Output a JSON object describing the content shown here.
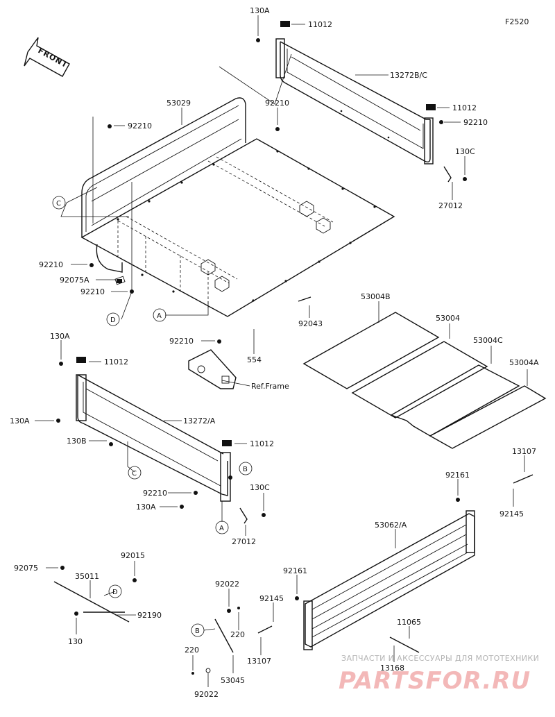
{
  "diagram_code": "F2520",
  "front_label": "FRONT",
  "ref_frame_label": "Ref.Frame",
  "labels": {
    "l_130A_top": "130A",
    "l_11012_top": "11012",
    "l_13272BC": "13272B/C",
    "l_53029": "53029",
    "l_92210_a": "92210",
    "l_92210_b": "92210",
    "l_11012_right": "11012",
    "l_92210_c": "92210",
    "l_130C_top": "130C",
    "l_27012_top": "27012",
    "l_92210_d": "92210",
    "l_92075A": "92075A",
    "l_92210_e": "92210",
    "l_92043": "92043",
    "l_92210_f": "92210",
    "l_554": "554",
    "l_53004B": "53004B",
    "l_53004": "53004",
    "l_53004C": "53004C",
    "l_53004A": "53004A",
    "l_130A_mid": "130A",
    "l_11012_mid": "11012",
    "l_130A_left": "130A",
    "l_13272A": "13272/A",
    "l_130B": "130B",
    "l_11012_low": "11012",
    "l_92210_g": "92210",
    "l_130C_low": "130C",
    "l_130A_low": "130A",
    "l_27012_low": "27012",
    "l_13107_top": "13107",
    "l_92161_top": "92161",
    "l_92145_top": "92145",
    "l_53062A": "53062/A",
    "l_92075": "92075",
    "l_92015": "92015",
    "l_35011": "35011",
    "l_92190": "92190",
    "l_130": "130",
    "l_92022_top": "92022",
    "l_92161_low": "92161",
    "l_92145_low": "92145",
    "l_220_top": "220",
    "l_11065": "11065",
    "l_13107_low": "13107",
    "l_13168": "13168",
    "l_220_low": "220",
    "l_53045": "53045",
    "l_92022_low": "92022"
  },
  "callouts": {
    "c_C_top": "C",
    "c_D_top": "D",
    "c_A_top": "A",
    "c_C_low": "C",
    "c_B_mid": "B",
    "c_A_low": "A",
    "c_D_low": "D",
    "c_B_low": "B"
  },
  "watermark": {
    "subtitle": "ЗАПЧАСТИ И АКСЕССУАРЫ ДЛЯ МОТОТЕХНИКИ",
    "brand": "PARTSFOR.RU"
  }
}
